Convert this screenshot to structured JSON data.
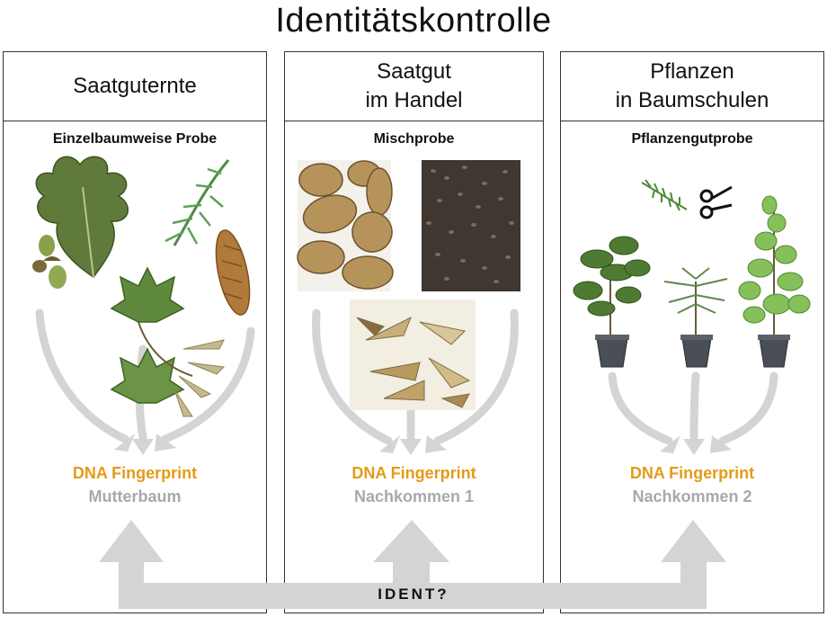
{
  "title": "Identitätskontrolle",
  "panels": [
    {
      "heading_lines": [
        "Saatguternte"
      ],
      "subtitle": "Einzelbaumweise Probe",
      "dna_label": "DNA Fingerprint",
      "dna_sublabel": "Mutterbaum"
    },
    {
      "heading_lines": [
        "Saatgut",
        "im Handel"
      ],
      "subtitle": "Mischprobe",
      "dna_label": "DNA Fingerprint",
      "dna_sublabel": "Nachkommen 1"
    },
    {
      "heading_lines": [
        "Pflanzen",
        "in Baumschulen"
      ],
      "subtitle": "Pflanzengutprobe",
      "dna_label": "DNA Fingerprint",
      "dna_sublabel": "Nachkommen 2"
    }
  ],
  "ident_label": "IDENT?",
  "colors": {
    "accent": "#e59a17",
    "muted_text": "#a9a9a9",
    "arrow_gray": "#d4d4d4",
    "border": "#333333"
  },
  "icons": [
    "oak-leaf-icon",
    "spruce-cone-icon",
    "maple-leaf-icon",
    "acorn-icon",
    "seed-icon",
    "samara-icon",
    "potted-plant-icon",
    "scissors-icon",
    "twig-icon"
  ]
}
